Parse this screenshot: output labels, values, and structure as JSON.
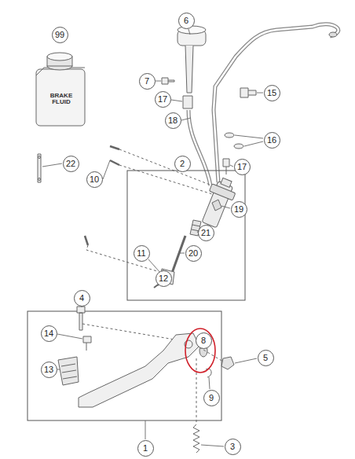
{
  "diagram": {
    "nodes": [
      {
        "text": [
          "6"
        ]
      },
      {
        "text": [
          "99"
        ]
      },
      {
        "text": [
          "7"
        ]
      },
      {
        "text": [
          "15"
        ]
      },
      {
        "text": [
          "17"
        ]
      },
      {
        "text": [
          "18"
        ]
      },
      {
        "text": [
          "16"
        ]
      },
      {
        "text": [
          "22"
        ]
      },
      {
        "text": [
          "2"
        ]
      },
      {
        "text": [
          "10"
        ]
      },
      {
        "text": [
          "17"
        ]
      },
      {
        "text": [
          "19"
        ]
      },
      {
        "text": [
          "21"
        ]
      },
      {
        "text": [
          "20"
        ]
      },
      {
        "text": [
          "11"
        ]
      },
      {
        "text": [
          "12"
        ]
      },
      {
        "text": [
          "4"
        ]
      },
      {
        "text": [
          "14"
        ]
      },
      {
        "text": [
          "8"
        ]
      },
      {
        "text": [
          "5"
        ]
      },
      {
        "text": [
          "13"
        ]
      },
      {
        "text": [
          "9"
        ]
      },
      {
        "text": [
          "1"
        ]
      },
      {
        "text": [
          "3"
        ]
      }
    ],
    "edges": [],
    "labels": [
      "BRAKE FLUID"
    ]
  }
}
